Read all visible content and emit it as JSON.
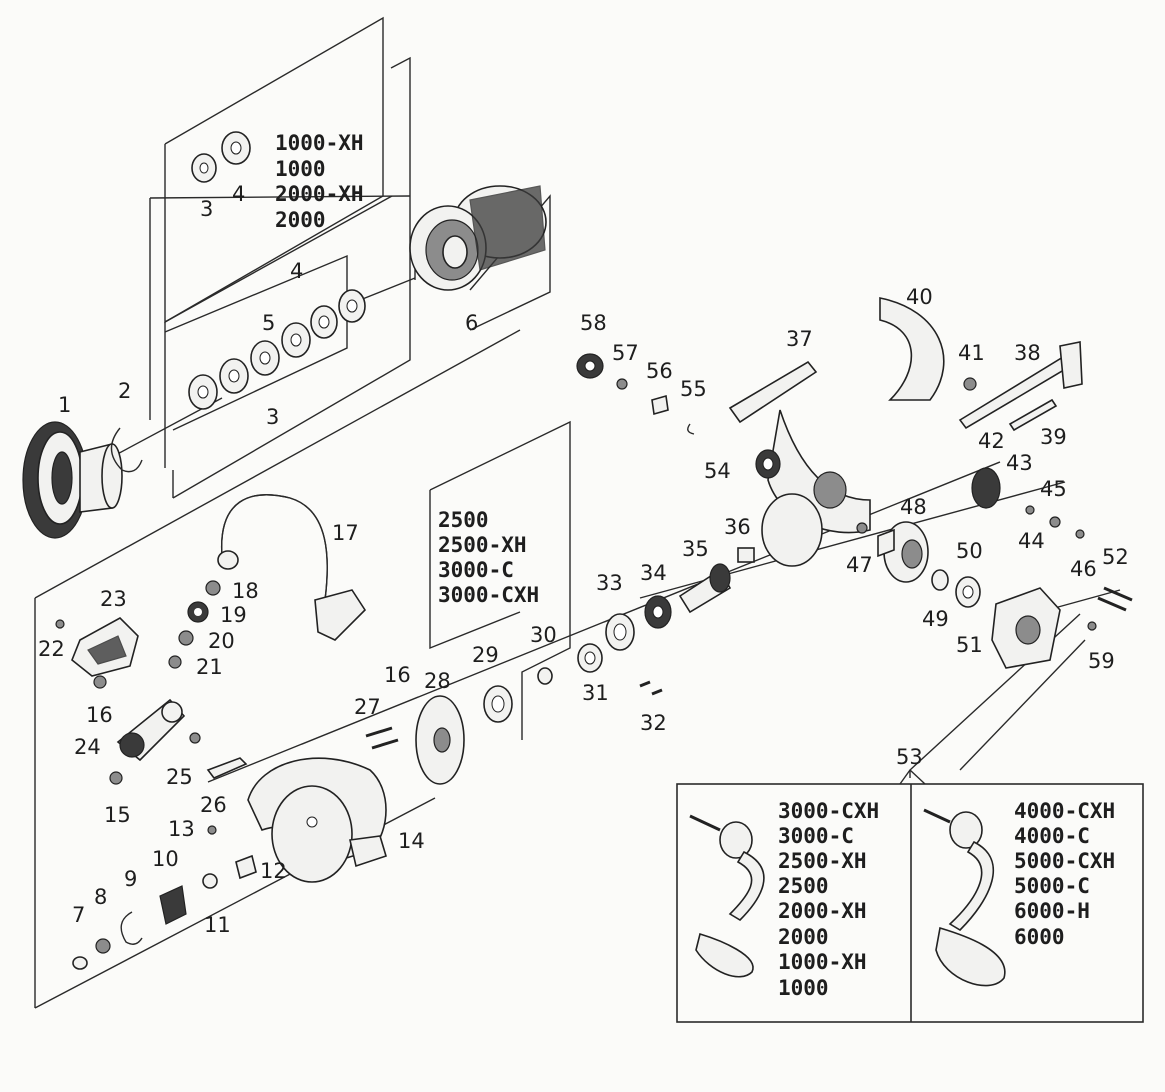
{
  "callouts": [
    "1",
    "2",
    "3",
    "4",
    "5",
    "6",
    "7",
    "8",
    "9",
    "10",
    "11",
    "12",
    "13",
    "14",
    "15",
    "16",
    "17",
    "18",
    "19",
    "20",
    "21",
    "22",
    "23",
    "24",
    "25",
    "26",
    "27",
    "28",
    "29",
    "30",
    "31",
    "32",
    "33",
    "34",
    "35",
    "36",
    "37",
    "38",
    "39",
    "40",
    "41",
    "42",
    "43",
    "44",
    "45",
    "46",
    "47",
    "48",
    "49",
    "50",
    "51",
    "52",
    "53",
    "54",
    "55",
    "56",
    "57",
    "58",
    "59"
  ],
  "repeat_labels": {
    "three": "3",
    "four": "4",
    "sixteen": "16"
  },
  "spool_shims_models": [
    "1000-XH",
    "1000",
    "2000-XH",
    "2000"
  ],
  "body_models": [
    "2500",
    "2500-XH",
    "3000-C",
    "3000-CXH"
  ],
  "handle_small_models": [
    "3000-CXH",
    "3000-C",
    "2500-XH",
    "2500",
    "2000-XH",
    "2000",
    "1000-XH",
    "1000"
  ],
  "handle_large_models": [
    "4000-CXH",
    "4000-C",
    "5000-CXH",
    "5000-C",
    "6000-H",
    "6000"
  ],
  "colors": {
    "ink": "#1e1e1e",
    "paper": "#fbfbf9"
  }
}
